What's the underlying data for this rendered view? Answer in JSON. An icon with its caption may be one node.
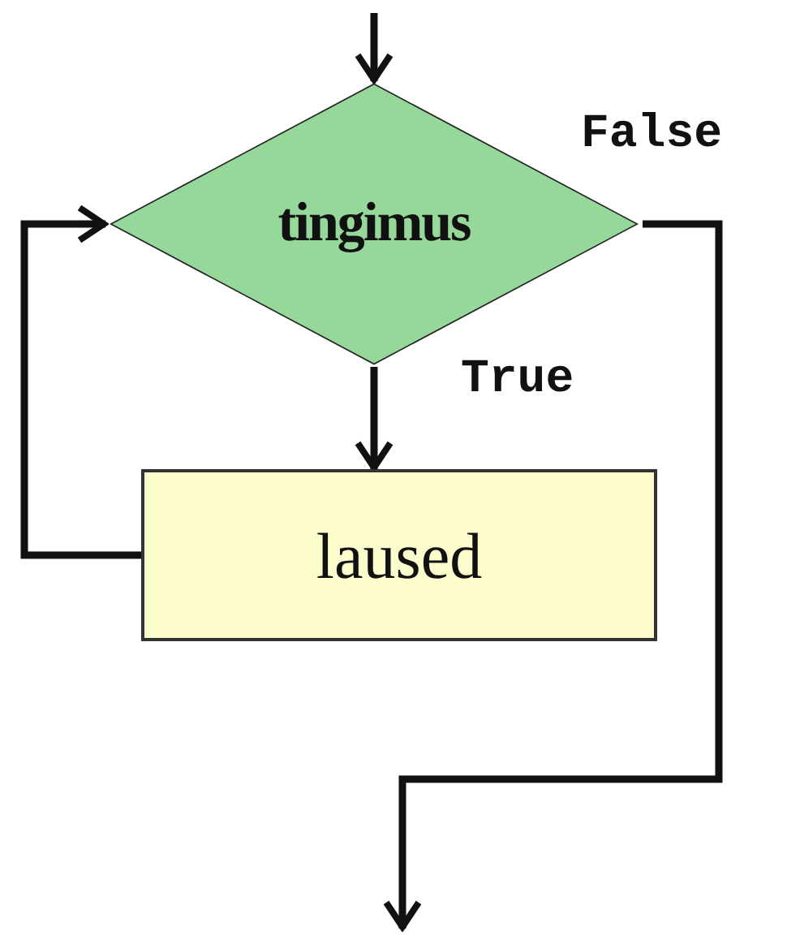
{
  "diagram": {
    "nodes": [
      {
        "text": [
          "tingimus"
        ]
      },
      {
        "text": [
          "laused"
        ]
      }
    ],
    "edges": [
      {
        "from": null,
        "to": 0,
        "arrow": "to"
      },
      {
        "from": 0,
        "to": 1,
        "arrow": "to",
        "label": "True"
      },
      {
        "from": 1,
        "to": 0,
        "arrow": "to"
      },
      {
        "from": 0,
        "to": null,
        "arrow": "to",
        "label": "False"
      }
    ]
  }
}
